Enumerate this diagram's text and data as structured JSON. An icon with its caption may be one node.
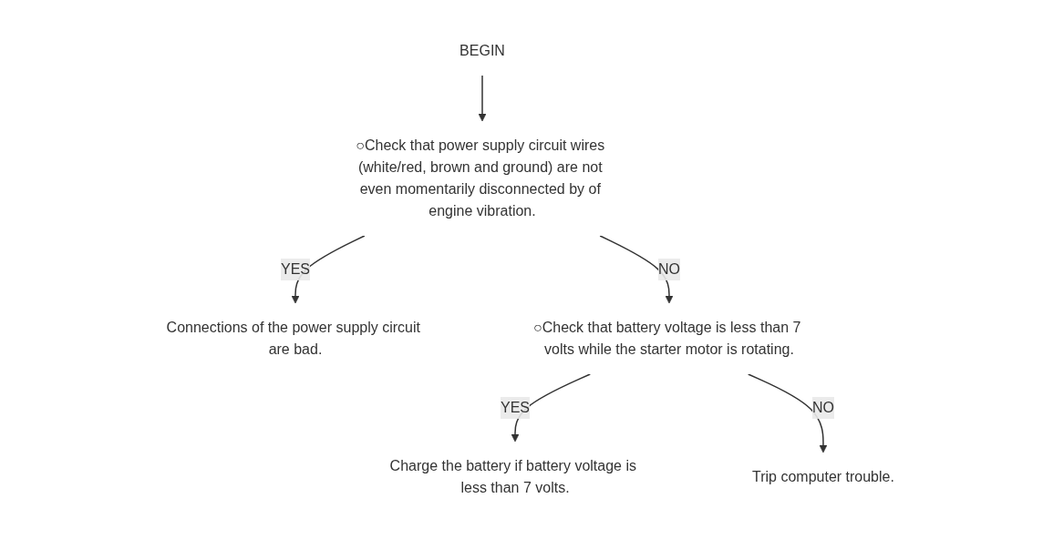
{
  "diagram": {
    "nodes": [
      {
        "text": [
          "BEGIN"
        ]
      },
      {
        "text": [
          "○Check that power supply circuit wires (white/red, brown and ground) are not even momentarily disconnected by of engine vibration."
        ]
      },
      {
        "text": [
          "Connections of the power supply circuit are bad."
        ]
      },
      {
        "text": [
          "○Check that battery voltage is less than 7 volts while the starter motor is rotating."
        ]
      },
      {
        "text": [
          "Charge the battery if battery voltage is less than 7 volts."
        ]
      },
      {
        "text": [
          "Trip computer trouble."
        ]
      }
    ],
    "edges": [
      {
        "from": 0,
        "to": 1,
        "arrow": "to"
      },
      {
        "from": 1,
        "to": 2,
        "label": "YES",
        "arrow": "to"
      },
      {
        "from": 1,
        "to": 3,
        "label": "NO",
        "arrow": "to"
      },
      {
        "from": 3,
        "to": 4,
        "label": "YES",
        "arrow": "to"
      },
      {
        "from": 3,
        "to": 5,
        "label": "NO",
        "arrow": "to"
      }
    ]
  }
}
